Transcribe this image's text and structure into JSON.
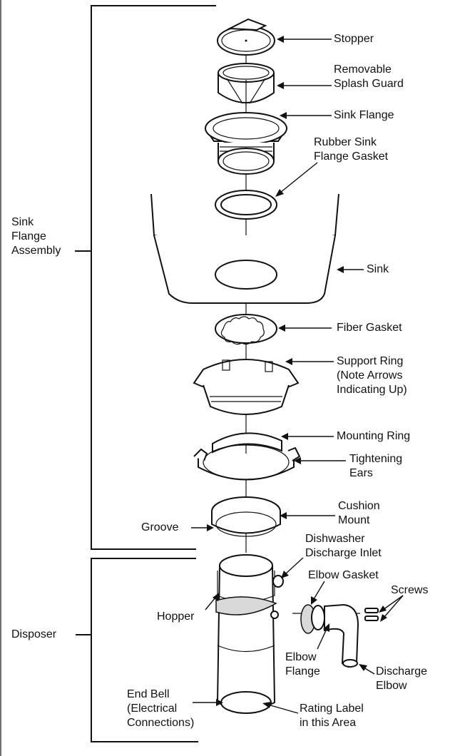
{
  "groups": {
    "sink_flange_assembly": "Sink\nFlange\nAssembly",
    "disposer": "Disposer"
  },
  "labels": {
    "stopper": "Stopper",
    "splash_guard": "Removable\nSplash Guard",
    "sink_flange": "Sink Flange",
    "rubber_gasket": "Rubber Sink\nFlange Gasket",
    "sink": "Sink",
    "fiber_gasket": "Fiber Gasket",
    "support_ring": "Support Ring\n(Note Arrows\nIndicating Up)",
    "mounting_ring": "Mounting Ring",
    "tightening_ears": "Tightening\nEars",
    "cushion_mount": "Cushion\nMount",
    "groove": "Groove",
    "dishwasher_inlet": "Dishwasher\nDischarge Inlet",
    "elbow_gasket": "Elbow Gasket",
    "screws": "Screws",
    "hopper": "Hopper",
    "elbow_flange": "Elbow\nFlange",
    "discharge_elbow": "Discharge\nElbow",
    "end_bell": "End Bell\n(Electrical\nConnections)",
    "rating_label": "Rating Label\nin this Area"
  }
}
